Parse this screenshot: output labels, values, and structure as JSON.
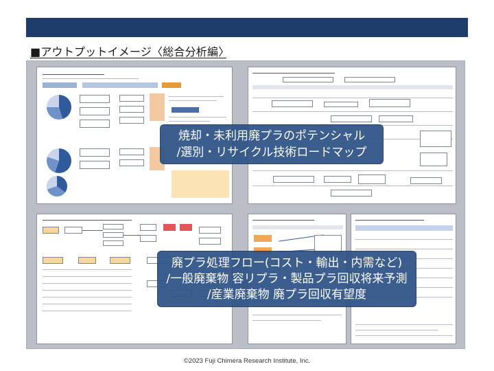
{
  "header": {
    "title": "■アウトプットイメージ〈総合分析編〉"
  },
  "overlay_top": {
    "line1": "焼却・未利用廃プラのポテンシャル",
    "line2": "/選別・リサイクル技術ロードマップ"
  },
  "overlay_bottom": {
    "line1": "廃プラ処理フロー(コスト・輸出・内需など)",
    "line2": "/一般廃棄物 容リプラ・製品プラ回収将来予測",
    "line3": "/産業廃棄物 廃プラ回収有望度"
  },
  "footer": {
    "copyright": "©2023 Fuji Chimera Research Institute, Inc."
  },
  "colors": {
    "header_bar": "#1f3d6b",
    "banner": "#2f5488",
    "frame": "#b9bec7"
  }
}
